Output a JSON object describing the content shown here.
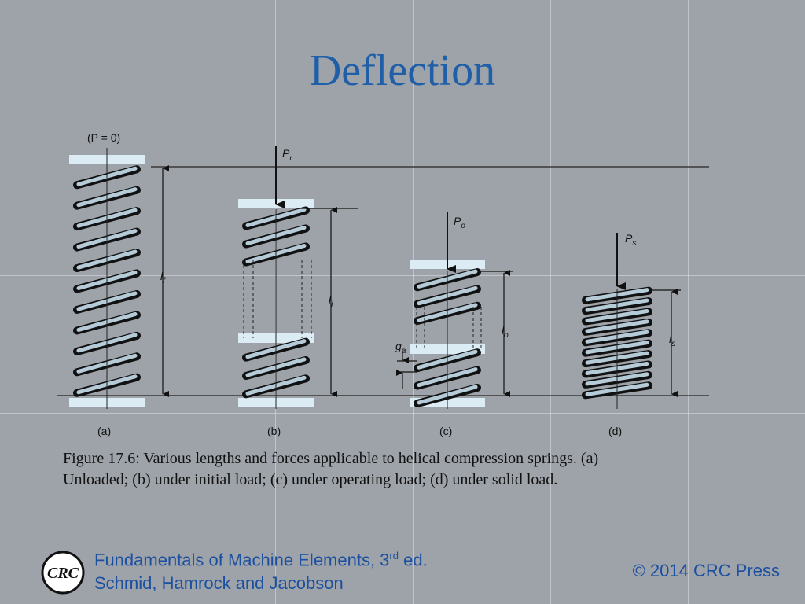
{
  "slide": {
    "title": "Deflection"
  },
  "diagram": {
    "top_label": "(P = 0)",
    "force_labels": {
      "pr": "P",
      "pr_sub": "r",
      "po": "P",
      "po_sub": "o",
      "ps": "P",
      "ps_sub": "s"
    },
    "length_labels": {
      "lf": "l",
      "lf_sub": "f",
      "li": "l",
      "li_sub": "i",
      "lo": "l",
      "lo_sub": "o",
      "ls": "l",
      "ls_sub": "s",
      "ga": "g",
      "ga_sub": "a"
    },
    "subfigures": [
      "(a)",
      "(b)",
      "(c)",
      "(d)"
    ]
  },
  "caption": {
    "line1": "Figure 17.6:  Various lengths and forces applicable to helical compression springs. (a)",
    "line2": "Unloaded; (b) under initial load; (c) under operating load; (d) under solid load."
  },
  "footer": {
    "book": "Fundamentals of Machine Elements, 3",
    "edition_sup": "rd",
    "edition_suffix": " ed.",
    "authors": "Schmid, Hamrock and Jacobson",
    "copyright": "© 2014 CRC Press",
    "logo_text": "CRC"
  }
}
